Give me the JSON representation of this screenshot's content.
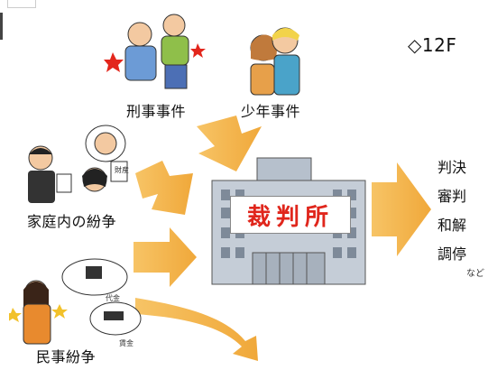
{
  "floor_label": "◇12F",
  "sources": {
    "criminal": "刑事事件",
    "juvenile": "少年事件",
    "family": "家庭内の紛争",
    "civil": "民事紛争"
  },
  "court": {
    "name": "裁判所"
  },
  "outcomes": [
    "判決",
    "審判",
    "和解",
    "調停"
  ],
  "outcomes_suffix": "など",
  "small_labels": {
    "family_doc": "財産",
    "civil_bubble1": "代金",
    "civil_bubble2": "賃金"
  },
  "colors": {
    "arrow": "#f4b24a",
    "court_sign_text": "#e0261c",
    "building": "#9aa6b4"
  }
}
